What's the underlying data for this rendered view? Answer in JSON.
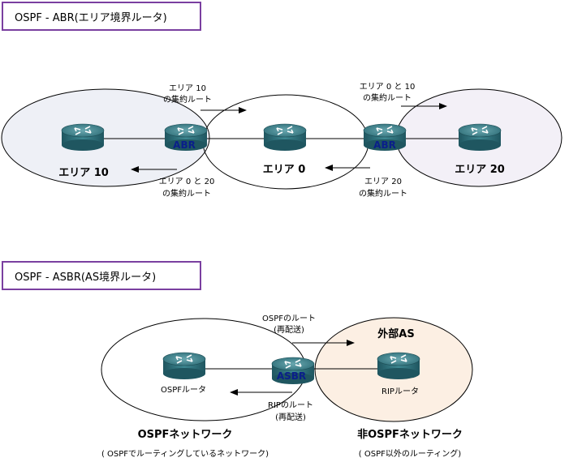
{
  "abr_section": {
    "title": "OSPF - ABR(エリア境界ルータ)",
    "areas": {
      "area10_label": "エリア 10",
      "area0_label": "エリア 0",
      "area20_label": "エリア 20"
    },
    "routers": {
      "abr_left_label": "ABR",
      "abr_right_label": "ABR"
    },
    "arrows": {
      "top_left": {
        "line1": "エリア 10",
        "line2": "の集約ルート"
      },
      "top_right": {
        "line1": "エリア 0 と 10",
        "line2": "の集約ルート"
      },
      "bottom_left": {
        "line1": "エリア 0 と 20",
        "line2": "の集約ルート"
      },
      "bottom_right": {
        "line1": "エリア 20",
        "line2": "の集約ルート"
      }
    }
  },
  "asbr_section": {
    "title": "OSPF - ASBR(AS境界ルータ)",
    "routers": {
      "asbr_label": "ASBR",
      "ospf_router_label": "OSPFルータ",
      "rip_router_label": "RIPルータ"
    },
    "external_as_label": "外部AS",
    "arrows": {
      "top": {
        "line1": "OSPFのルート",
        "line2": "(再配送)"
      },
      "bottom": {
        "line1": "RIPのルート",
        "line2": "(再配送)"
      }
    },
    "networks": {
      "ospf_title": "OSPFネットワーク",
      "ospf_sub": "( OSPFでルーティングしているネットワーク)",
      "non_ospf_title": "非OSPFネットワーク",
      "non_ospf_sub": "( OSPF以外のルーティング)"
    }
  },
  "colors": {
    "title_border": "#7a3fa0",
    "area10_fill": "#eef0f6",
    "area20_fill": "#f3f0f7",
    "external_fill": "#fcefe3",
    "router_body": "#2e6e78",
    "abr_text": "#0a1f8a"
  }
}
